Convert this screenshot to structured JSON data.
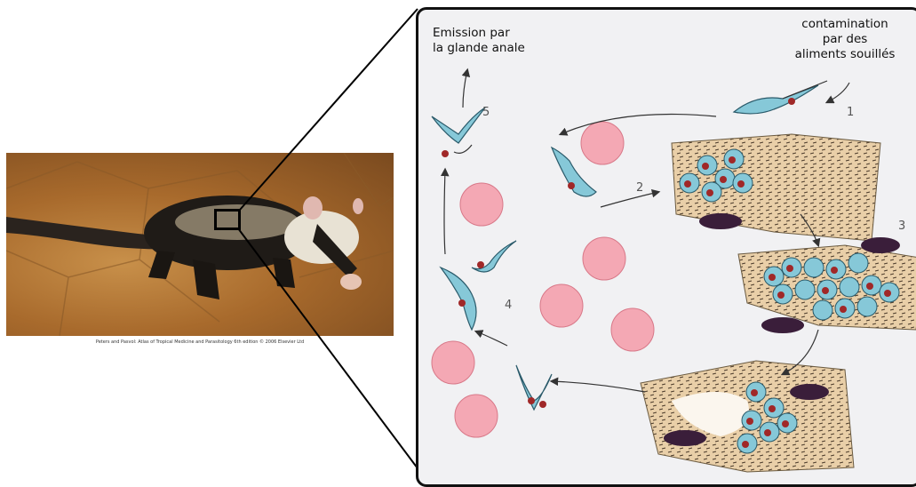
{
  "photo": {
    "caption": "Peters and Pasvol: Atlas of Tropical Medicine and Parasitology 6th edition © 2006 Elsevier Ltd"
  },
  "diagram": {
    "label_emission_line1": "Emission par",
    "label_emission_line2": "la glande anale",
    "label_contamination_line1": "contamination",
    "label_contamination_line2": "par des",
    "label_contamination_line3": "aliments souillés",
    "steps": [
      "1",
      "2",
      "3",
      "4",
      "5"
    ]
  },
  "colors": {
    "panel_bg": "#f1f1f3",
    "red_cell": "#f4a8b4",
    "parasite": "#86c8d8",
    "nucleus": "#a02828",
    "tissue": "#e9cfa8"
  }
}
